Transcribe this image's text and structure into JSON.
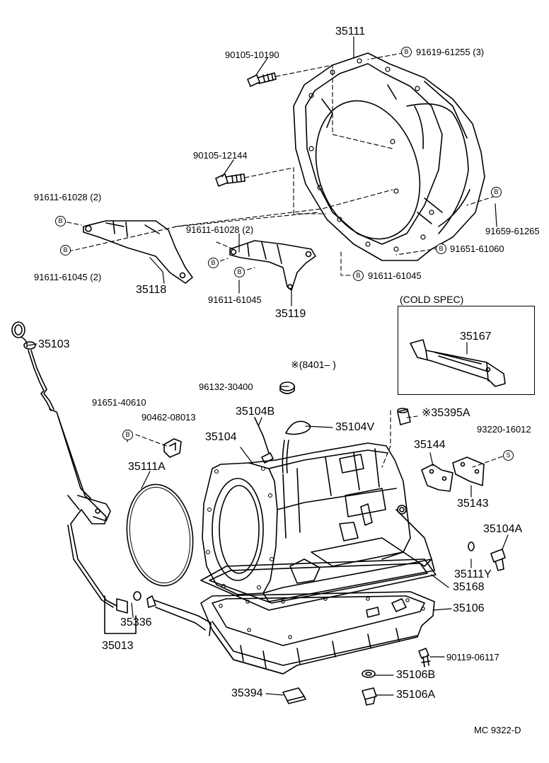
{
  "parts": {
    "p35111": "35111",
    "p91619_61255": "91619-61255 (3)",
    "p90105_10190": "90105-10190",
    "p90105_12144": "90105-12144",
    "p91611_61028_left": "91611-61028 (2)",
    "p91611_61045_left": "91611-61045 (2)",
    "p35118": "35118",
    "p91611_61028_mid": "91611-61028 (2)",
    "p91611_61045_mid": "91611-61045",
    "p35119": "35119",
    "p91659_61265": "91659-61265",
    "p91651_61060": "91651-61060",
    "p91611_61045_right": "91611-61045",
    "p35103": "35103",
    "p35167": "35167",
    "p96132_30400": "96132-30400",
    "p91651_40610": "91651-40610",
    "p90462_08013": "90462-08013",
    "p35104B": "35104B",
    "p35104V": "35104V",
    "p35395A": "※35395A",
    "p93220_16012": "93220-16012",
    "p35104": "35104",
    "p35111A": "35111A",
    "p35144": "35144",
    "p35143": "35143",
    "p35104A": "35104A",
    "p35111Y": "35111Y",
    "p35168": "35168",
    "p35106": "35106",
    "p35336": "35336",
    "p35013": "35013",
    "p90119_06117": "90119-06117",
    "p35106B": "35106B",
    "p35394": "35394",
    "p35106A": "35106A"
  },
  "notes": {
    "cold_spec": "(COLD  SPEC)",
    "serial": "※(8401–         )",
    "code": "MC  9322-D"
  },
  "badges": {
    "b": "B",
    "s": "S"
  }
}
